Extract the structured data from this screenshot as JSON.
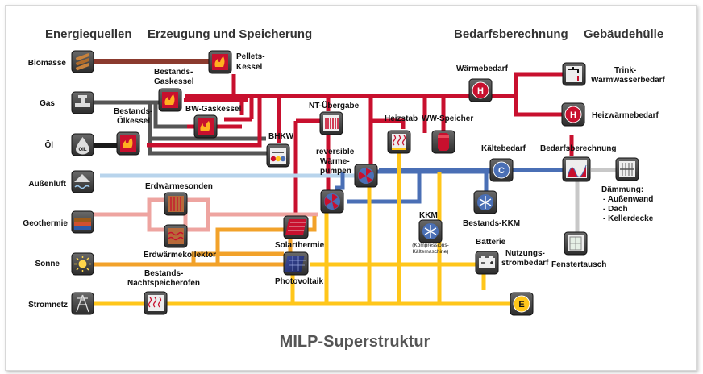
{
  "headers": {
    "energy_sources": "Energiequellen",
    "generation_storage": "Erzeugung und Speicherung",
    "demand_calc": "Bedarfsberechnung",
    "building_envelope": "Gebäudehülle"
  },
  "sources": {
    "biomass": "Biomasse",
    "gas": "Gas",
    "oil": "Öl",
    "outside_air": "Außenluft",
    "geothermal": "Geothermie",
    "sun": "Sonne",
    "grid": "Stromnetz"
  },
  "components": {
    "pellet_boiler_1": "Pellets-",
    "pellet_boiler_2": "Kessel",
    "gas_boiler_1": "Bestands-",
    "gas_boiler_2": "Gaskessel",
    "oil_boiler_1": "Bestands-",
    "oil_boiler_2": "Ölkessel",
    "bw_gas_boiler": "BW-Gaskessel",
    "chp": "BHKW",
    "lt_transfer": "NT-Übergabe",
    "heat_pumps_1": "reversible",
    "heat_pumps_2": "Wärme-",
    "heat_pumps_3": "pumpen",
    "immersion_heater": "Heizstab",
    "hw_storage": "WW-Speicher",
    "probes": "Erdwärmesonden",
    "collector": "Erdwärmekollektor",
    "solar_thermal": "Solarthermie",
    "pv": "Photovoltaik",
    "storage_heaters_1": "Bestands-",
    "storage_heaters_2": "Nachtspeicheröfen",
    "kkm": "KKM",
    "kkm_sub_1": "(Kompressions-",
    "kkm_sub_2": "Kältemaschine)",
    "existing_kkm": "Bestands-KKM",
    "battery": "Batterie"
  },
  "demands": {
    "heat_demand": "Wärmebedarf",
    "dhw_demand_1": "Trink-",
    "dhw_demand_2": "Warmwasserbedarf",
    "heating_demand": "Heizwärmebedarf",
    "cooling_demand": "Kältebedarf",
    "demand_calc": "Bedarfsberechnung",
    "insulation_title": "Dämmung:",
    "insulation_1": "- Außenwand",
    "insulation_2": "- Dach",
    "insulation_3": "- Kellerdecke",
    "window_replacement": "Fenstertausch",
    "elec_demand_1": "Nutzungs-",
    "elec_demand_2": "strombedarf"
  },
  "icon_glyphs": {
    "h": "H",
    "c": "C",
    "e": "E",
    "oil": "OIL"
  },
  "title": "MILP-Superstruktur",
  "colors": {
    "heat": "#c8102e",
    "gas": "#555555",
    "biomass": "#8b3a2e",
    "oil": "#1a1a1a",
    "cold": "#4a6fb5",
    "outside_air": "#b8d4ec",
    "geothermal": "#eea4a0",
    "solar": "#f2a22a",
    "electricity": "#ffc61a",
    "envelope": "#c8c8c8"
  }
}
